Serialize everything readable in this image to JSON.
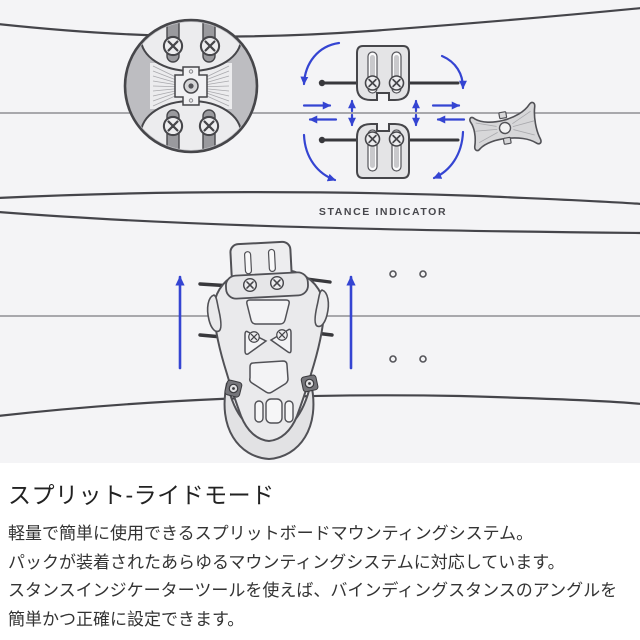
{
  "colors": {
    "background": "#f4f4f6",
    "section_background": "#ffffff",
    "board_line": "#45454a",
    "seam_line": "#8e8e93",
    "accent_blue": "#3444d2",
    "hardware_dark": "#38383c",
    "part_fill": "#e4e4e6",
    "detail_circle_fill": "#bdbdc1",
    "label_color": "#47474c",
    "heading_color": "#222222",
    "body_color": "#333333"
  },
  "illustration": {
    "stance_indicator_label": "STANCE INDICATOR"
  },
  "content": {
    "heading": "スプリット-ライドモード",
    "description_lines": [
      "軽量で簡単に使用できるスプリットボードマウンティングシステム。",
      "パックが装着されたあらゆるマウンティングシステムに対応しています。",
      "スタンスインジケーターツールを使えば、バインディングスタンスのアングルを",
      "簡単かつ正確に設定できます。"
    ]
  }
}
